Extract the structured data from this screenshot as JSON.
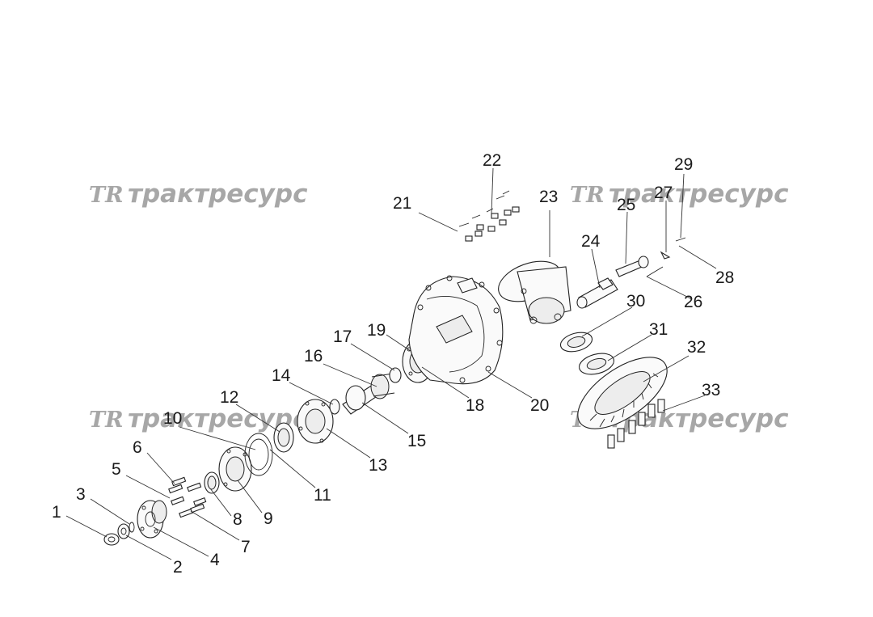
{
  "watermark": {
    "brand": "трактресурс",
    "logo": "TR"
  },
  "callouts": [
    "1",
    "2",
    "3",
    "4",
    "5",
    "6",
    "7",
    "8",
    "9",
    "10",
    "11",
    "12",
    "13",
    "14",
    "15",
    "16",
    "17",
    "18",
    "19",
    "20",
    "21",
    "22",
    "23",
    "24",
    "25",
    "26",
    "27",
    "28",
    "29",
    "30",
    "31",
    "32",
    "33"
  ]
}
